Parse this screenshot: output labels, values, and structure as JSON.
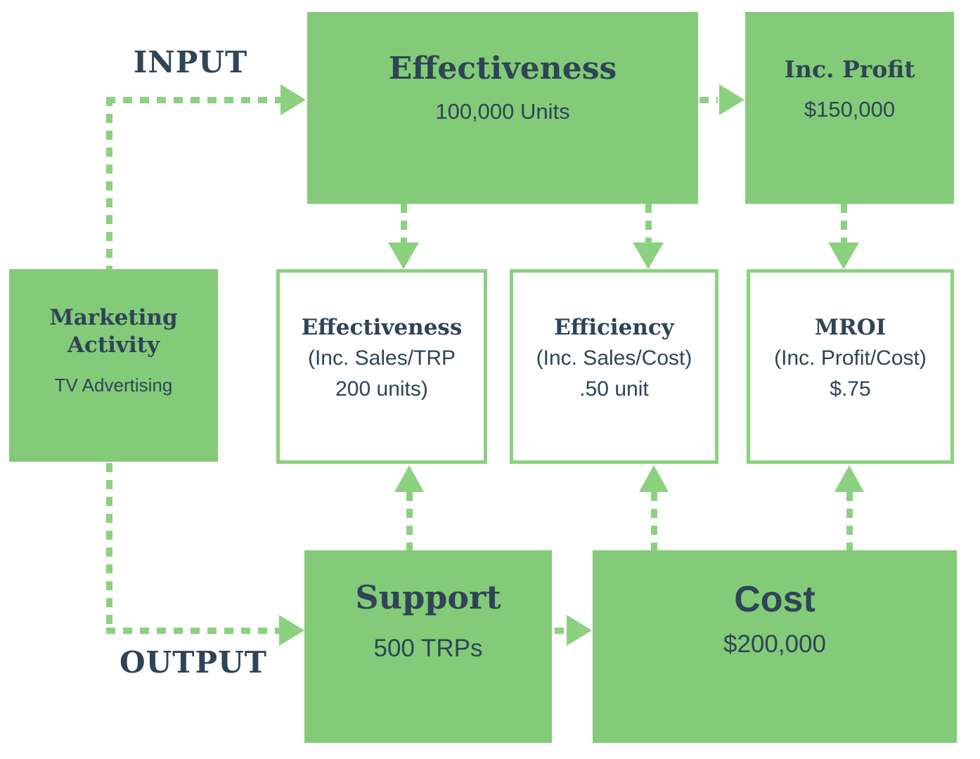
{
  "colors": {
    "green_fill": "#83cb78",
    "green_line": "#8cd180",
    "navy": "#2f4456"
  },
  "flow_labels": {
    "input": "INPUT",
    "output": "OUTPUT"
  },
  "boxes": {
    "marketing_activity": {
      "title_line1": "Marketing",
      "title_line2": "Activity",
      "value": "TV Advertising"
    },
    "effectiveness_input": {
      "title": "Effectiveness",
      "value": "100,000 Units"
    },
    "inc_profit": {
      "title": "Inc. Profit",
      "value": "$150,000"
    },
    "effectiveness_metric": {
      "title": "Effectiveness",
      "formula_line1": "(Inc. Sales/TRP",
      "formula_line2": "200 units)"
    },
    "efficiency_metric": {
      "title": "Efficiency",
      "formula_line1": "(Inc. Sales/Cost)",
      "formula_line2": ".50 unit"
    },
    "mroi_metric": {
      "title": "MROI",
      "formula_line1": "(Inc. Profit/Cost)",
      "formula_line2": "$.75"
    },
    "support": {
      "title": "Support",
      "value": "500 TRPs"
    },
    "cost": {
      "title": "Cost",
      "value": "$200,000"
    }
  }
}
